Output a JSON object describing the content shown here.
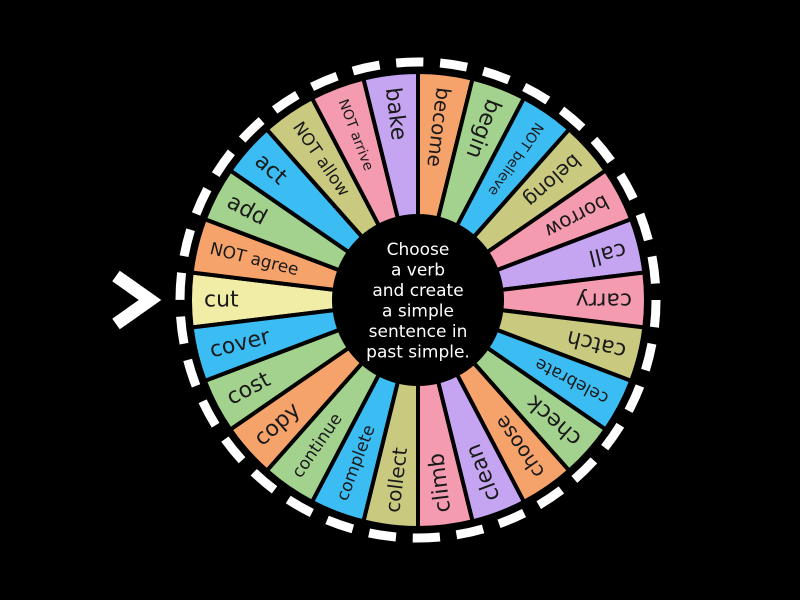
{
  "wheel": {
    "center_text_lines": [
      "Choose",
      "a verb",
      "and create",
      "a simple",
      "sentence in",
      "past simple."
    ],
    "segments": [
      {
        "label": "cut",
        "color": "#f2eda6"
      },
      {
        "label": "NOT agree",
        "color": "#f6a36b"
      },
      {
        "label": "add",
        "color": "#a3d18e"
      },
      {
        "label": "act",
        "color": "#3bbcf3"
      },
      {
        "label": "NOT allow",
        "color": "#c9c97f"
      },
      {
        "label": "NOT arrive",
        "color": "#f59bb0"
      },
      {
        "label": "bake",
        "color": "#c5a5f2"
      },
      {
        "label": "become",
        "color": "#f6a36b"
      },
      {
        "label": "begin",
        "color": "#a3d18e"
      },
      {
        "label": "NOT believe",
        "color": "#3bbcf3"
      },
      {
        "label": "belong",
        "color": "#c9c97f"
      },
      {
        "label": "borrow",
        "color": "#f59bb0"
      },
      {
        "label": "call",
        "color": "#c5a5f2"
      },
      {
        "label": "carry",
        "color": "#f59bb0"
      },
      {
        "label": "catch",
        "color": "#c9c97f"
      },
      {
        "label": "celebrate",
        "color": "#3bbcf3"
      },
      {
        "label": "check",
        "color": "#a3d18e"
      },
      {
        "label": "choose",
        "color": "#f6a36b"
      },
      {
        "label": "clean",
        "color": "#c5a5f2"
      },
      {
        "label": "climb",
        "color": "#f59bb0"
      },
      {
        "label": "collect",
        "color": "#c9c97f"
      },
      {
        "label": "complete",
        "color": "#3bbcf3"
      },
      {
        "label": "continue",
        "color": "#a3d18e"
      },
      {
        "label": "copy",
        "color": "#f6a36b"
      },
      {
        "label": "cost",
        "color": "#a3d18e"
      },
      {
        "label": "cover",
        "color": "#3bbcf3"
      }
    ]
  },
  "colors": {
    "background": "#000000",
    "rim_dash": "#ffffff",
    "pointer": "#ffffff",
    "hub": "#000000"
  },
  "icons": {
    "pointer": "chevron-right-icon"
  }
}
